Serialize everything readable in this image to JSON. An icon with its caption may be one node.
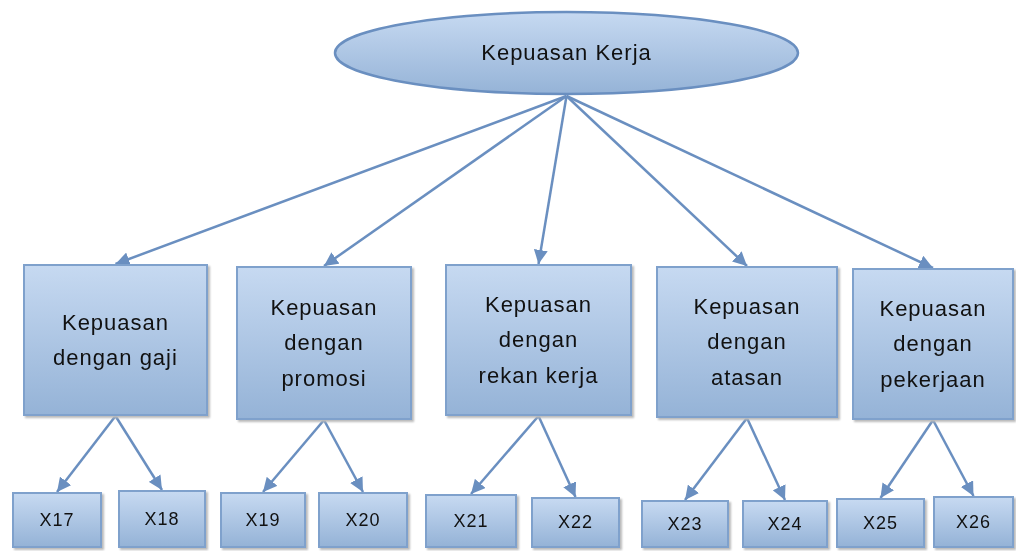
{
  "diagram": {
    "nodes": [
      {
        "text": [
          "Kepuasan Kerja"
        ]
      },
      {
        "text": [
          "Kepuasan dengan gaji"
        ]
      },
      {
        "text": [
          "Kepuasan dengan promosi"
        ]
      },
      {
        "text": [
          "Kepuasan dengan rekan kerja"
        ]
      },
      {
        "text": [
          "Kepuasan dengan atasan"
        ]
      },
      {
        "text": [
          "Kepuasan dengan pekerjaan"
        ]
      },
      {
        "text": [
          "X17"
        ]
      },
      {
        "text": [
          "X18"
        ]
      },
      {
        "text": [
          "X19"
        ]
      },
      {
        "text": [
          "X20"
        ]
      },
      {
        "text": [
          "X21"
        ]
      },
      {
        "text": [
          "X22"
        ]
      },
      {
        "text": [
          "X23"
        ]
      },
      {
        "text": [
          "X24"
        ]
      },
      {
        "text": [
          "X25"
        ]
      },
      {
        "text": [
          "X26"
        ]
      }
    ],
    "edges": [
      {
        "from": 0,
        "to": 1,
        "arrow": "to"
      },
      {
        "from": 0,
        "to": 2,
        "arrow": "to"
      },
      {
        "from": 0,
        "to": 3,
        "arrow": "to"
      },
      {
        "from": 0,
        "to": 4,
        "arrow": "to"
      },
      {
        "from": 0,
        "to": 5,
        "arrow": "to"
      },
      {
        "from": 1,
        "to": 6,
        "arrow": "to"
      },
      {
        "from": 1,
        "to": 7,
        "arrow": "to"
      },
      {
        "from": 2,
        "to": 8,
        "arrow": "to"
      },
      {
        "from": 2,
        "to": 9,
        "arrow": "to"
      },
      {
        "from": 3,
        "to": 10,
        "arrow": "to"
      },
      {
        "from": 3,
        "to": 11,
        "arrow": "to"
      },
      {
        "from": 4,
        "to": 12,
        "arrow": "to"
      },
      {
        "from": 4,
        "to": 13,
        "arrow": "to"
      },
      {
        "from": 5,
        "to": 14,
        "arrow": "to"
      },
      {
        "from": 5,
        "to": 15,
        "arrow": "to"
      }
    ]
  }
}
